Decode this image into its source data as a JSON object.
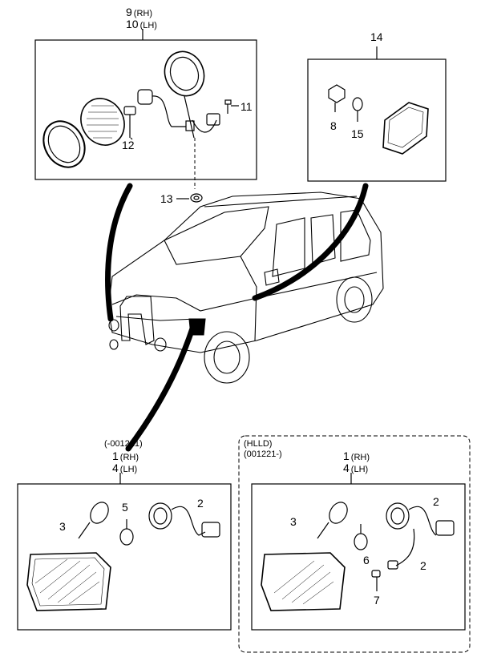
{
  "top_left_labels": {
    "line1_num": "9",
    "line1_side": "(RH)",
    "line2_num": "10",
    "line2_side": "(LH)"
  },
  "top_right_label": "14",
  "callouts": {
    "c11": "11",
    "c12": "12",
    "c13": "13",
    "c8": "8",
    "c15": "15",
    "bl_3": "3",
    "bl_5": "5",
    "bl_2": "2",
    "br_3": "3",
    "br_6": "6",
    "br_2": "2",
    "br_7": "7"
  },
  "bottom_left_header": {
    "note": "(-001221)",
    "line1_num": "1",
    "line1_side": "(RH)",
    "line2_num": "4",
    "line2_side": "(LH)"
  },
  "bottom_right_header": {
    "group": "(HLLD)",
    "note": "(001221-)",
    "line1_num": "1",
    "line1_side": "(RH)",
    "line2_num": "4",
    "line2_side": "(LH)"
  }
}
